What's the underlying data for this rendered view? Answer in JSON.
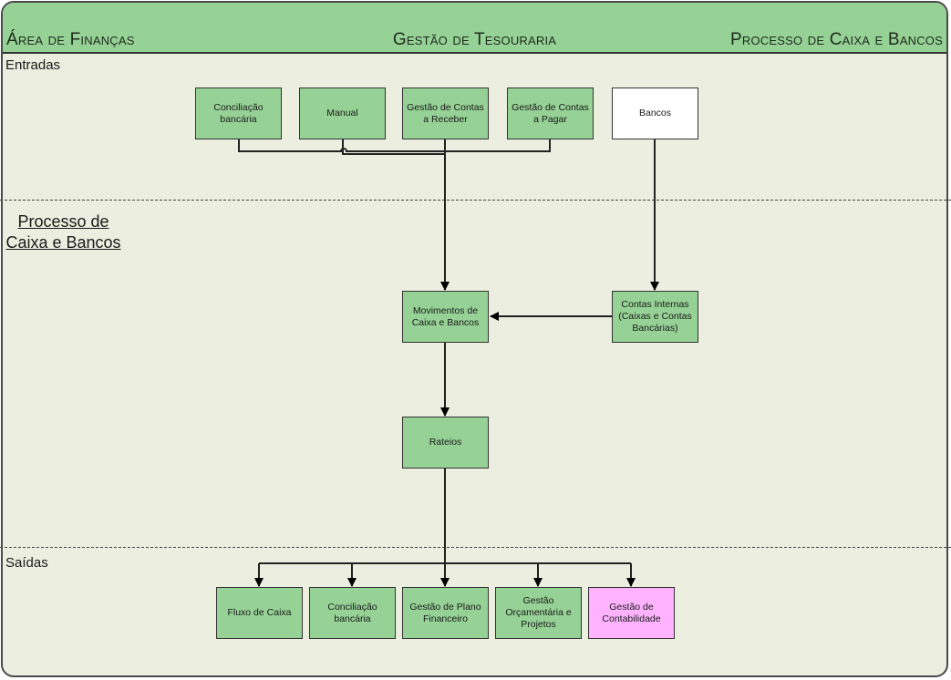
{
  "header": {
    "left": "Área de Finanças",
    "center": "Gestão de Tesouraria",
    "right": "Processo de Caixa e Bancos"
  },
  "lanes": {
    "inputs": "Entradas",
    "process_line1": "Processo de",
    "process_line2": "Caixa e Bancos",
    "outputs": "Saídas"
  },
  "colors": {
    "header_bg": "#96d196",
    "box_green": "#96d196",
    "box_white": "#ffffff",
    "box_pink": "#ffb3ff",
    "canvas_bg": "#ecefe0"
  },
  "inputs": [
    {
      "label": "Conciliação bancária"
    },
    {
      "label": "Manual"
    },
    {
      "label": "Gestão de Contas a Receber"
    },
    {
      "label": "Gestão de Contas a Pagar"
    },
    {
      "label": "Bancos"
    }
  ],
  "process": [
    {
      "label": "Movimentos de Caixa e Bancos"
    },
    {
      "label": "Contas Internas (Caixas e Contas Bancárias)"
    },
    {
      "label": "Rateios"
    }
  ],
  "outputs": [
    {
      "label": "Fluxo de Caixa"
    },
    {
      "label": "Conciliação bancária"
    },
    {
      "label": "Gestão de Plano Financeiro"
    },
    {
      "label": "Gestão Orçamentária e Projetos"
    },
    {
      "label": "Gestão de Contabilidade"
    }
  ]
}
